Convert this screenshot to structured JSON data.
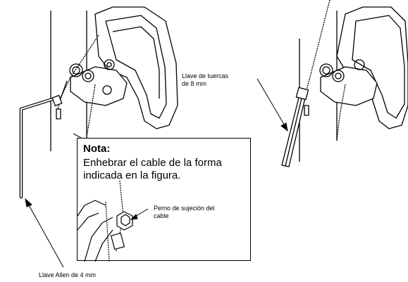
{
  "labels": {
    "allen_key": "Llave Allen de 4 mm",
    "wrench": "Llave de tuercas\nde 8 mm"
  },
  "note": {
    "title": "Nota:",
    "text": "Enhebrar el cable de la forma indicada en la figura.",
    "inset_label": "Perno de sujeción del\ncable"
  }
}
